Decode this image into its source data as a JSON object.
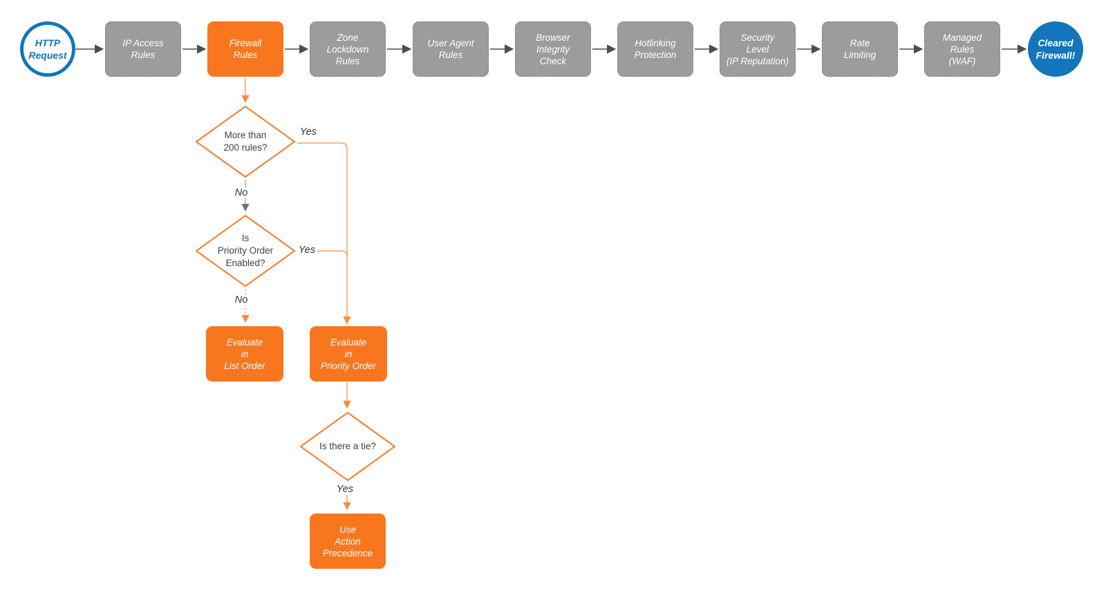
{
  "title": "Firewall evaluation order flowchart",
  "colors": {
    "orange": "#F7761E",
    "box_gray": "#9C9C9C",
    "blue": "#1375BC",
    "arrow_dark": "#4D4D4D",
    "gray_line": "#9E9E9E",
    "gray_arrow": "#707070",
    "text_dark": "#3F3F3F",
    "label_dark": "#333333"
  },
  "flow": {
    "start": {
      "label": "HTTP\nRequest"
    },
    "end": {
      "label": "Cleared\nFirewall!"
    },
    "steps": [
      {
        "label": "IP Access\nRules"
      },
      {
        "label": "Firewall\nRules"
      },
      {
        "label": "Zone\nLockdown\nRules"
      },
      {
        "label": "User Agent\nRules"
      },
      {
        "label": "Browser\nIntegrity\nCheck"
      },
      {
        "label": "Hotlinking\nProtection"
      },
      {
        "label": "Security\nLevel\n(IP Reputation)"
      },
      {
        "label": "Rate\nLimiting"
      },
      {
        "label": "Managed\nRules\n(WAF)"
      }
    ]
  },
  "branch": {
    "decision_rules_count": {
      "label": "More than\n200 rules?",
      "yes_label": "Yes",
      "no_label": "No"
    },
    "decision_priority_order": {
      "label": "Is\nPriority Order\nEnabled?",
      "yes_label": "Yes",
      "no_label": "No"
    },
    "evaluate_list_order": {
      "label": "Evaluate\nin\nList Order"
    },
    "evaluate_priority_order": {
      "label": "Evaluate\nin\nPriority Order"
    },
    "decision_tie": {
      "label": "Is there a tie?",
      "yes_label": "Yes"
    },
    "use_action_precedence": {
      "label": "Use\nAction\nPrecedence"
    }
  }
}
